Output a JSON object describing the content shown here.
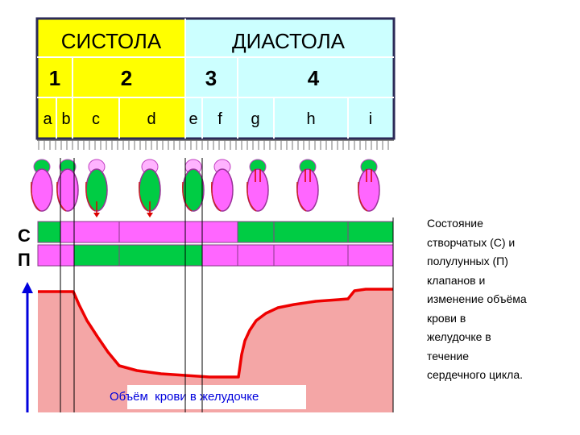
{
  "phases": {
    "systole": "СИСТОЛА",
    "diastole": "ДИАСТОЛА"
  },
  "periods": [
    "1",
    "2",
    "3",
    "4"
  ],
  "subphases": [
    "a",
    "b",
    "c",
    "d",
    "e",
    "f",
    "g",
    "h",
    "i"
  ],
  "valve_rows": {
    "cuspid_label": "С",
    "semilunar_label": "П"
  },
  "volume_label": "Объём  крови в желудочке",
  "caption_lines": [
    "Состояние",
    "створчатых (С) и",
    "полулунных (П)",
    "клапанов и",
    "изменение объёма",
    "крови в",
    "желудочке в",
    "течение",
    "сердечного цикла."
  ],
  "colors": {
    "systole_header": "#ffff00",
    "diastole_header": "#ccffff",
    "header_border": "#2b2a57",
    "valve_open": "#00cc44",
    "valve_closed": "#ff66ff",
    "volume_fill": "#f4a6a6",
    "volume_line": "#ee0000",
    "axis_arrow": "#0000dd",
    "volume_label": "#0000dd"
  },
  "chart_data": {
    "type": "area",
    "valve_states": {
      "cuspid": [
        "open",
        "closed",
        "closed",
        "closed",
        "closed",
        "open",
        "open",
        "open"
      ],
      "semilunar": [
        "closed",
        "closed",
        "open",
        "open",
        "closed",
        "closed",
        "closed",
        "closed"
      ]
    }
  }
}
